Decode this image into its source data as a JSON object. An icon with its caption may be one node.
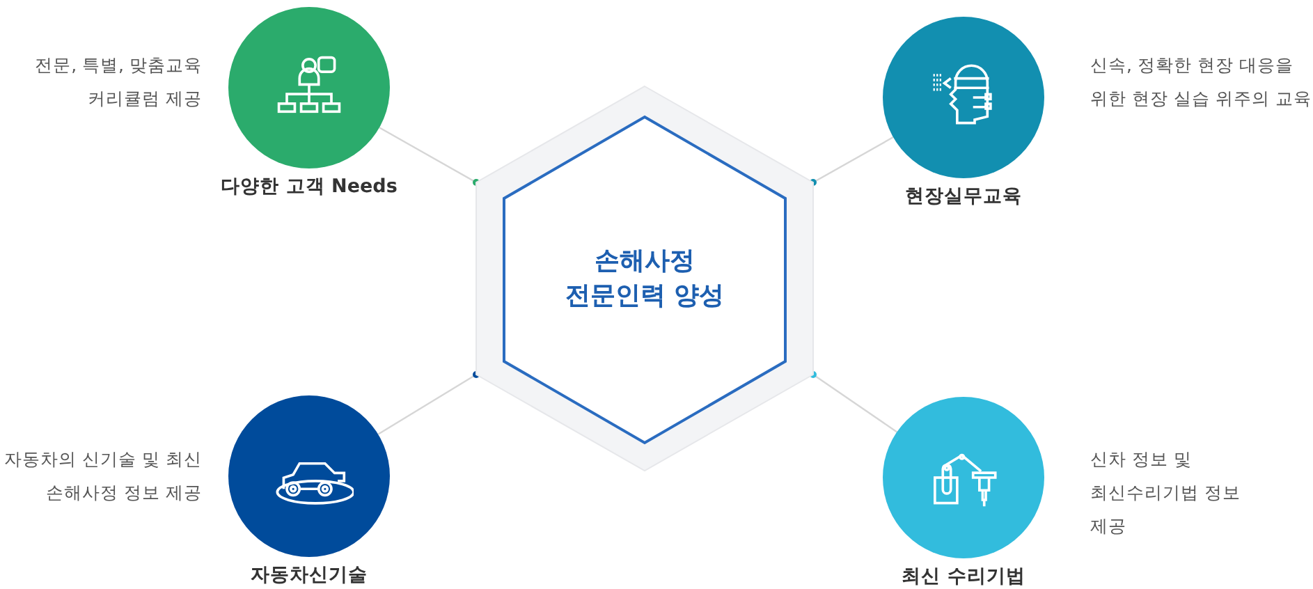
{
  "diagram": {
    "nodes": [
      {
        "text": [
          "손해사정 전문인력 양성"
        ]
      },
      {
        "text": [
          "다양한 고객 Needs"
        ],
        "beside": [
          "전문, 특별, 맞춤교육 커리큘럼 제공"
        ]
      },
      {
        "text": [
          "현장실무교육"
        ],
        "beside": [
          "신속, 정확한 현장 대응을 위한 현장 실습 위주의 교육"
        ]
      },
      {
        "text": [
          "자동차신기술"
        ],
        "beside": [
          "자동차의 신기술 및 최신 손해사정 정보 제공"
        ]
      },
      {
        "text": [
          "최신 수리기법"
        ],
        "beside": [
          "신차 정보 및 최신수리기법 정보 제공"
        ]
      }
    ],
    "edges": [
      {
        "from": 1,
        "to": 0,
        "arrow": "other"
      },
      {
        "from": 2,
        "to": 0,
        "arrow": "other"
      },
      {
        "from": 3,
        "to": 0,
        "arrow": "other"
      },
      {
        "from": 4,
        "to": 0,
        "arrow": "other"
      }
    ]
  }
}
